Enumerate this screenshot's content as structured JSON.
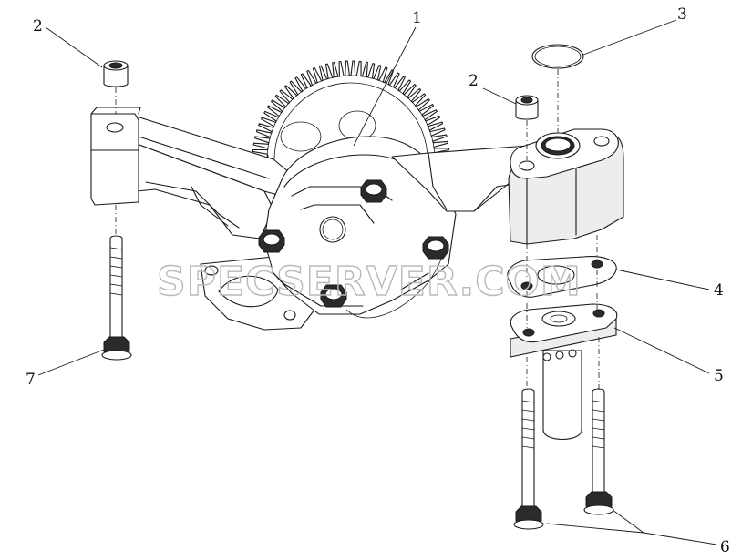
{
  "watermark": "SPECSERVER.COM",
  "callouts": [
    {
      "id": "c1",
      "label": "1"
    },
    {
      "id": "c2a",
      "label": "2"
    },
    {
      "id": "c2b",
      "label": "2"
    },
    {
      "id": "c3",
      "label": "3"
    },
    {
      "id": "c4",
      "label": "4"
    },
    {
      "id": "c5",
      "label": "5"
    },
    {
      "id": "c6",
      "label": "6"
    },
    {
      "id": "c7",
      "label": "7"
    }
  ]
}
